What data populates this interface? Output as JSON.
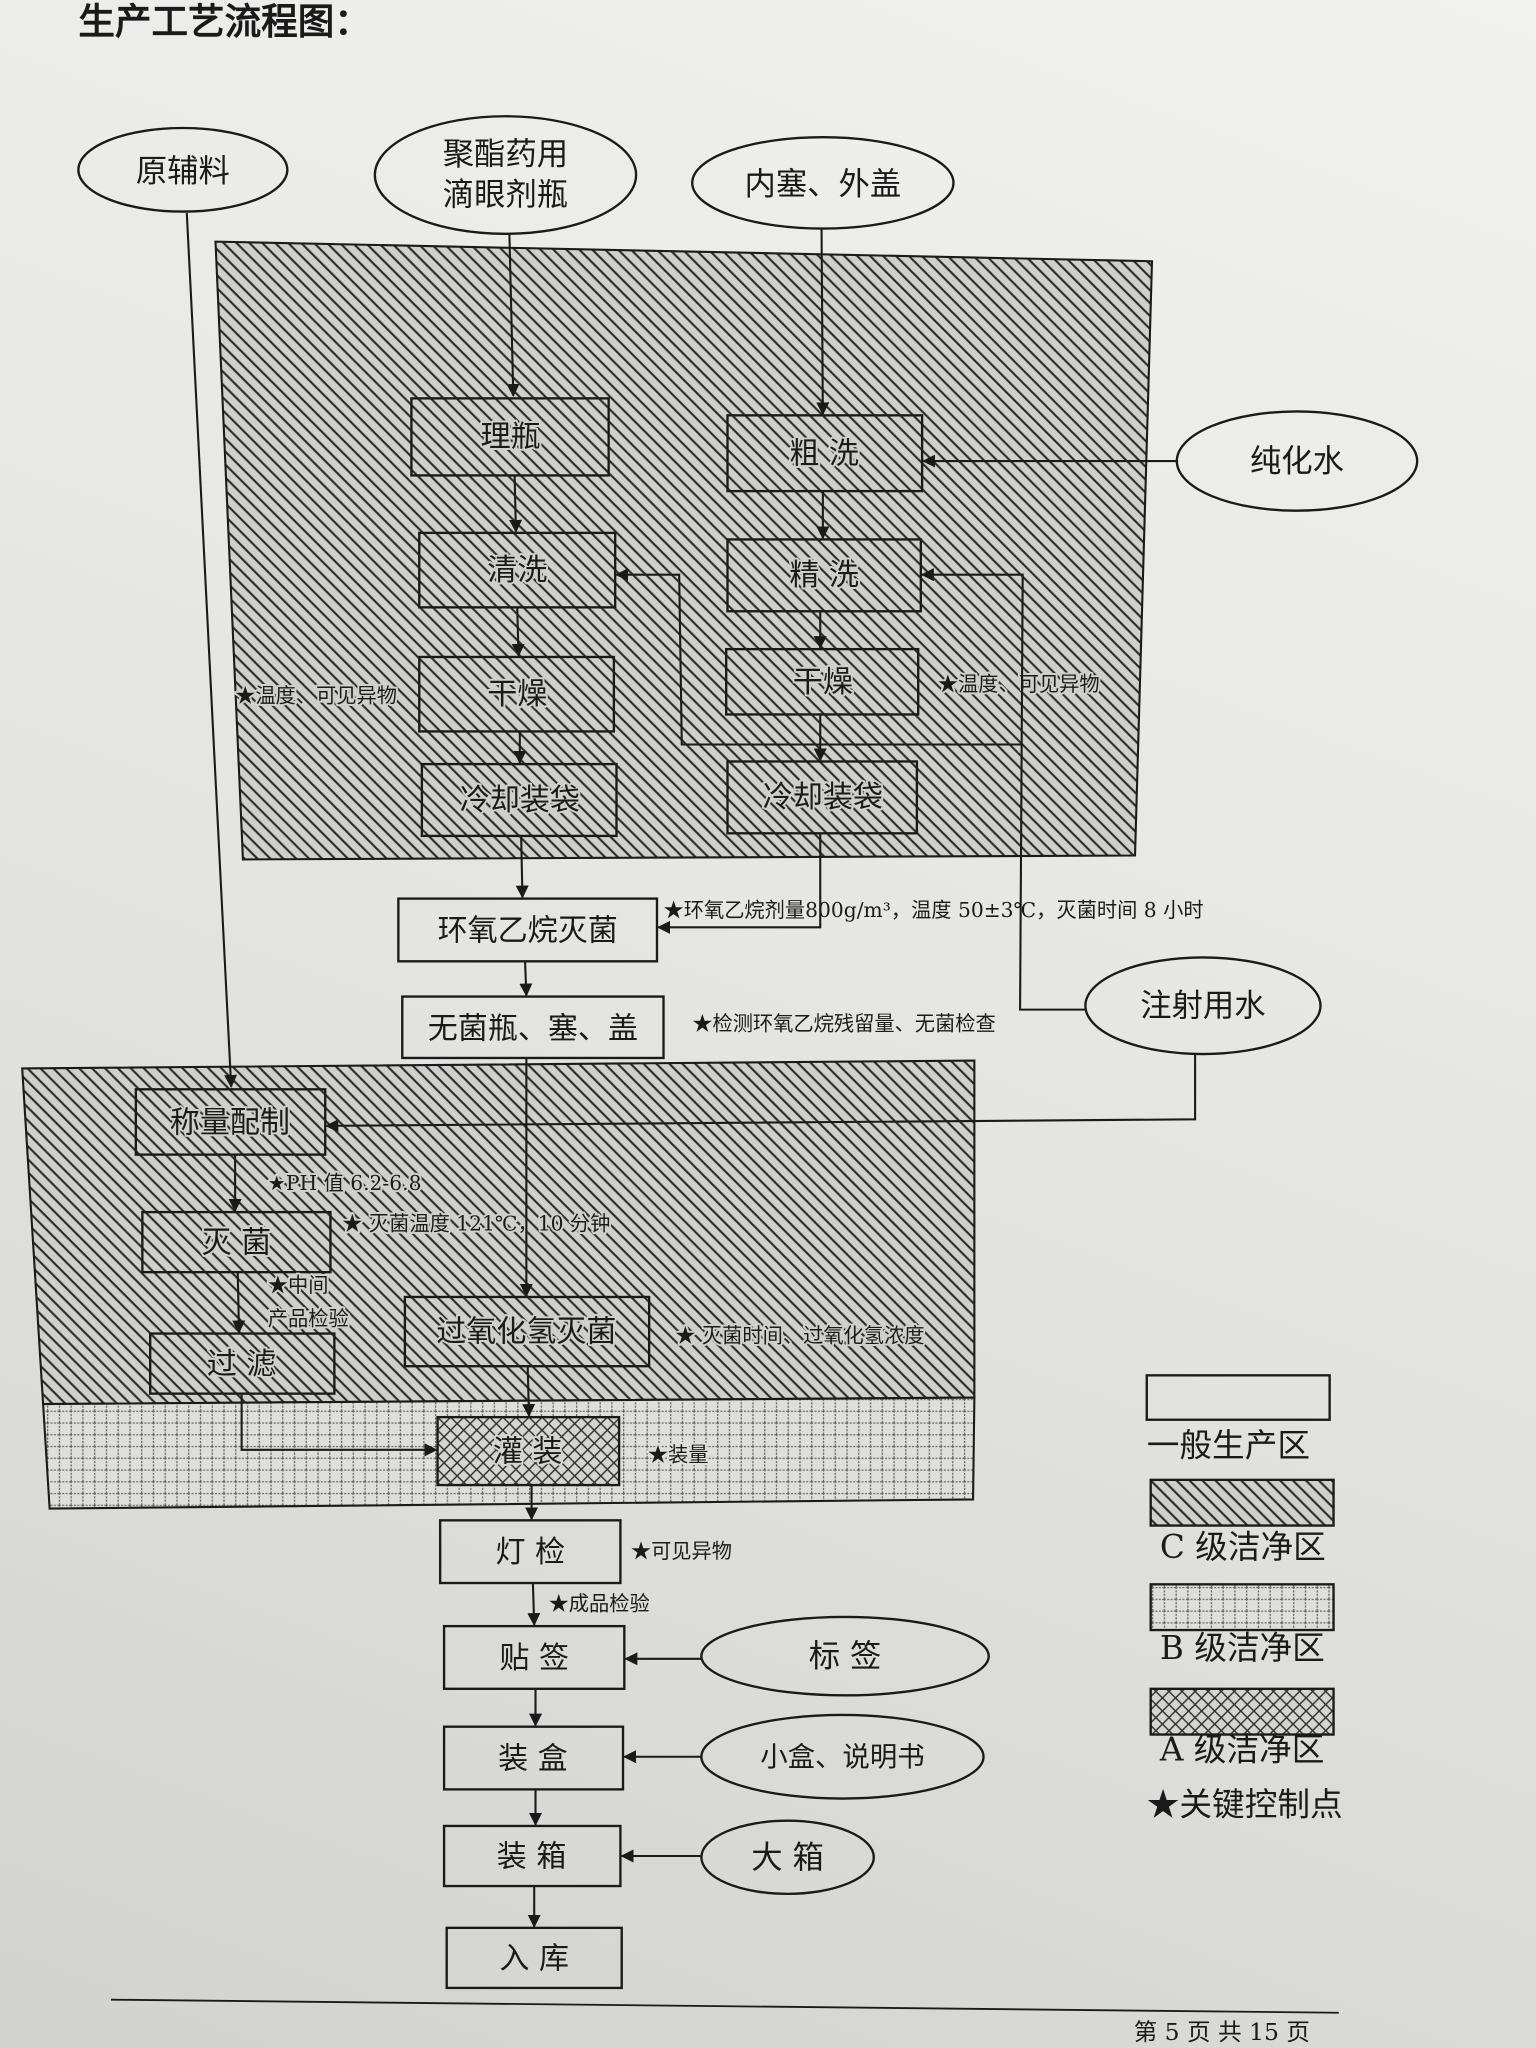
{
  "title": "生产工艺流程图：",
  "inputs": {
    "raw_materials": "原辅料",
    "bottle_line1": "聚酯药用",
    "bottle_line2": "滴眼剂瓶",
    "stopper_cap": "内塞、外盖",
    "purified_water": "纯化水",
    "water_for_injection": "注射用水",
    "label": "标 签",
    "box_leaflet": "小盒、说明书",
    "carton": "大 箱"
  },
  "steps": {
    "bottle_sorting": "理瓶",
    "bottle_cleaning": "清洗",
    "bottle_drying": "干燥",
    "bottle_cooling": "冷却装袋",
    "stopper_rough_wash": "粗 洗",
    "stopper_fine_wash": "精 洗",
    "stopper_drying": "干燥",
    "stopper_cooling": "冷却装袋",
    "eo_sterilization": "环氧乙烷灭菌",
    "sterile_components": "无菌瓶、塞、盖",
    "weighing": "称量配制",
    "sterilization": "灭  菌",
    "filtration": "过  滤",
    "h2o2_sterilization": "过氧化氢灭菌",
    "filling": "灌 装",
    "inspection": "灯 检",
    "labeling": "贴 签",
    "boxing": "装 盒",
    "cartoning": "装 箱",
    "warehousing": "入 库"
  },
  "control_points": {
    "bottle_drying": "★温度、可见异物",
    "stopper_drying": "★温度、可见异物",
    "eo_sterilization": "★环氧乙烷剂量800g/m³，温度 50±3℃，灭菌时间 8 小时",
    "sterile_components": "★检测环氧乙烷残留量、无菌检查",
    "weighing": "★PH 值 6.2-6.8",
    "sterilization": "★ 灭菌温度 121℃，10 分钟",
    "intermediate_line1": "★中间",
    "intermediate_line2": "产品检验",
    "h2o2_sterilization": "★ 灭菌时间、过氧化氢浓度",
    "filling": "★装量",
    "inspection": "★可见异物",
    "finished_product": "★成品检验"
  },
  "legend": {
    "general": "一般生产区",
    "grade_c": "C 级洁净区",
    "grade_b": "B 级洁净区",
    "grade_a": "A 级洁净区",
    "key_control": "★关键控制点"
  },
  "footer": "第 5 页 共 15 页",
  "colors": {
    "ink": "#1a1a1a",
    "paper": "#e6e6e3",
    "zone_c": "#cfcfcc",
    "zone_b": "#dededb",
    "zone_a": "#d4d4d0"
  }
}
